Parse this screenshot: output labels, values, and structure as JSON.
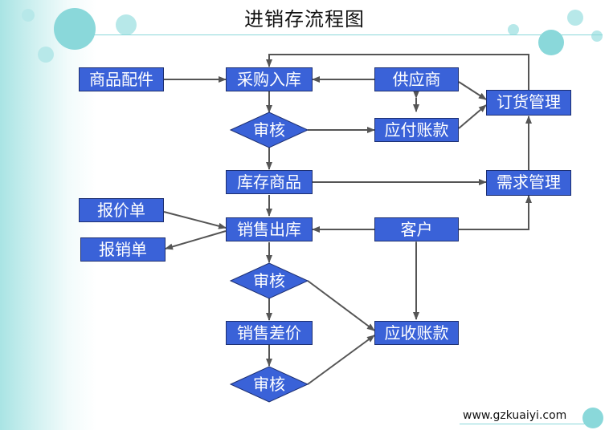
{
  "title": "进销存流程图",
  "footer": "www.gzkuaiyi.com",
  "colors": {
    "node_fill": "#3a62d8",
    "node_border": "#1d2f70",
    "arrow": "#555555",
    "accent": "#8ad8da"
  },
  "nodes": {
    "parts": "商品配件",
    "purchase": "采购入库",
    "supplier": "供应商",
    "order_mgmt": "订货管理",
    "review1": "审核",
    "payable": "应付账款",
    "inventory": "库存商品",
    "demand_mgmt": "需求管理",
    "quote": "报价单",
    "sales_out": "销售出库",
    "customer": "客户",
    "expense": "报销单",
    "review2": "审核",
    "price_diff": "销售差价",
    "receivable": "应收账款",
    "review3": "审核"
  }
}
